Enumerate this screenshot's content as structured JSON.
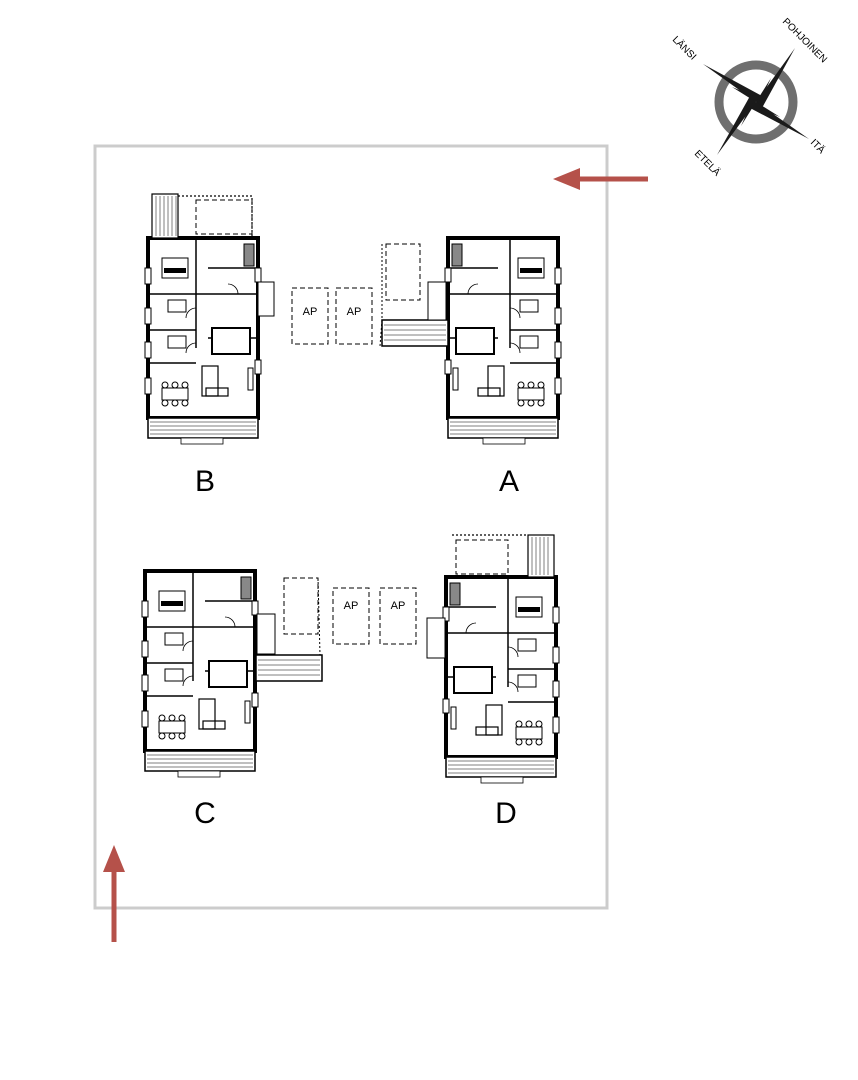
{
  "compass": {
    "north": "POHJOINEN",
    "east": "ITÄ",
    "south": "ETELÄ",
    "west": "LÄNSI",
    "ring_color": "#6f6f6f",
    "star_color": "#1a1a1a"
  },
  "colors": {
    "plot_border": "#cccccc",
    "arrow": "#b5514a",
    "wall": "#000000"
  },
  "buildings": {
    "a": {
      "label": "A"
    },
    "b": {
      "label": "B"
    },
    "c": {
      "label": "C"
    },
    "d": {
      "label": "D"
    }
  },
  "parking": [
    {
      "label": "AP"
    },
    {
      "label": "AP"
    },
    {
      "label": "AP"
    },
    {
      "label": "AP"
    }
  ],
  "arrows": [
    {
      "direction": "left",
      "icon": "arrow-left-icon"
    },
    {
      "direction": "up",
      "icon": "arrow-up-icon"
    }
  ]
}
